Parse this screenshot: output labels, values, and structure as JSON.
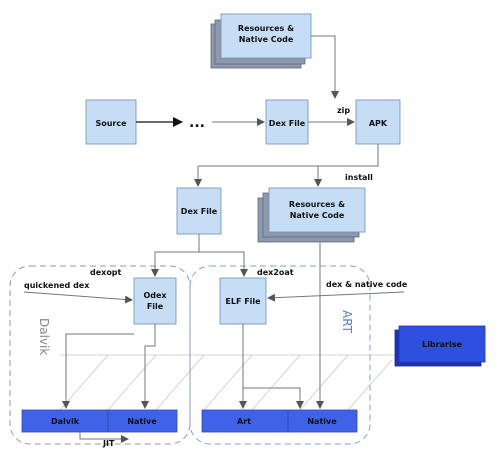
{
  "nodes": {
    "resources_top": "Resources & Native Code",
    "source": "Source",
    "ellipsis": "...",
    "dex_file_top": "Dex File",
    "apk": "APK",
    "dex_file_mid": "Dex File",
    "resources_mid": "Resources & Native Code",
    "odex_file": "Odex File",
    "elf_file": "ELF File",
    "libraries": "Librarise"
  },
  "edges": {
    "zip": "zip",
    "install": "install",
    "dexopt": "dexopt",
    "dex2oat": "dex2oat",
    "quickened_dex": "quickened dex",
    "dex_native_code": "dex & native code",
    "jit": "JIT"
  },
  "regions": {
    "dalvik": "Dalvik",
    "art": "ART"
  },
  "bars": {
    "dalvik": {
      "left": "Dalvik",
      "right": "Native"
    },
    "art": {
      "left": "Art",
      "right": "Native"
    }
  },
  "colors": {
    "box_fill": "#c6ddf6",
    "stack_fill": "#8e98ab",
    "runtime_bar": "#3f63e8",
    "libraries_block": "#2f4fe0",
    "dalvik_border": "#999999",
    "art_border": "#7fa0e6"
  }
}
